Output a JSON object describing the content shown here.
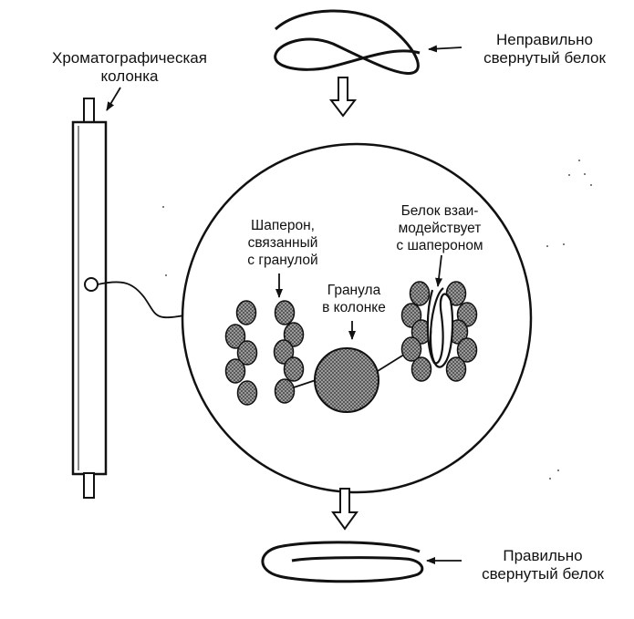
{
  "labels": {
    "column": {
      "line1": "Хроматографическая",
      "line2": "колонка"
    },
    "misfolded": {
      "line1": "Неправильно",
      "line2": "свернутый белок"
    },
    "folded": {
      "line1": "Правильно",
      "line2": "свернутый белок"
    },
    "chaperone_bound": {
      "line1": "Шаперон,",
      "line2": "связанный",
      "line3": "с гранулой"
    },
    "bead_in_column": {
      "line1": "Гранула",
      "line2": "в колонке"
    },
    "protein_interacts": {
      "line1": "Белок взаи-",
      "line2": "модействует",
      "line3": "с шапероном"
    }
  }
}
